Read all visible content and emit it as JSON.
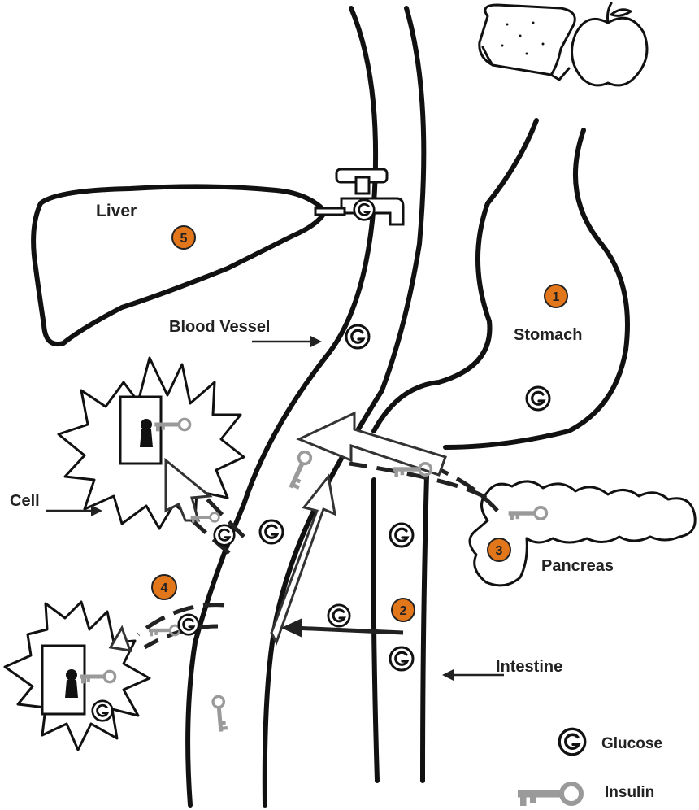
{
  "labels": {
    "liver": "Liver",
    "blood_vessel": "Blood Vessel",
    "stomach": "Stomach",
    "cell": "Cell",
    "pancreas": "Pancreas",
    "intestine": "Intestine"
  },
  "steps": [
    "1",
    "2",
    "3",
    "4",
    "5"
  ],
  "legend": {
    "glucose": "Glucose",
    "insulin": "Insulin"
  },
  "glucose_symbol": "G",
  "colors": {
    "step_badge": "#E2761B",
    "outline": "#111111",
    "insulin_key": "#9a9a9a"
  },
  "icons": [
    "bread-icon",
    "apple-icon",
    "faucet-icon",
    "keyhole-icon",
    "insulin-key-icon",
    "glucose-icon"
  ]
}
